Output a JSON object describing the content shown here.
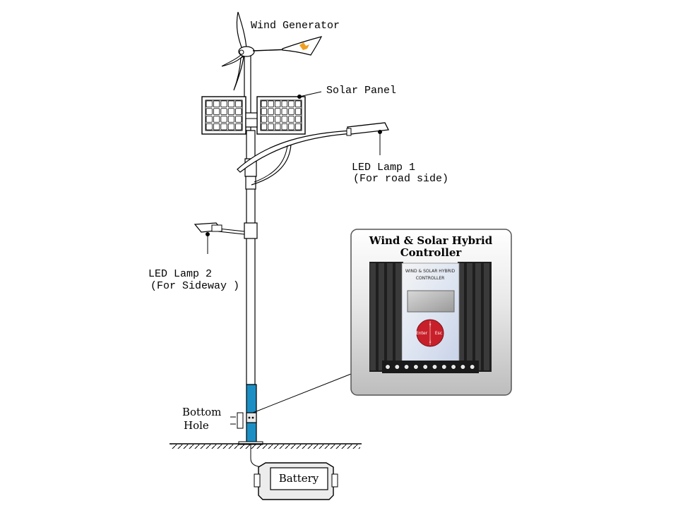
{
  "labels": {
    "wind_generator": "Wind Generator",
    "solar_panel": "Solar Panel",
    "led_lamp1_line1": "LED Lamp 1",
    "led_lamp1_line2": "(For road side)",
    "led_lamp2_line1": "LED Lamp 2",
    "led_lamp2_line2": "(For Sideway )",
    "controller_line1": "Wind & Solar Hybrid",
    "controller_line2": "Controller",
    "bottom_hole_line1": "Bottom",
    "bottom_hole_line2": "Hole",
    "battery": "Battery"
  },
  "device": {
    "title_line1": "WIND & SOLAR HYBRID",
    "title_line2": "CONTROLLER",
    "enter": "Enter",
    "esc": "Esc"
  },
  "colors": {
    "pole_blue": "#1b8fc4",
    "controller_panel": "#e4e4e4",
    "fin_dark": "#222222",
    "button_red": "#c8202a"
  }
}
